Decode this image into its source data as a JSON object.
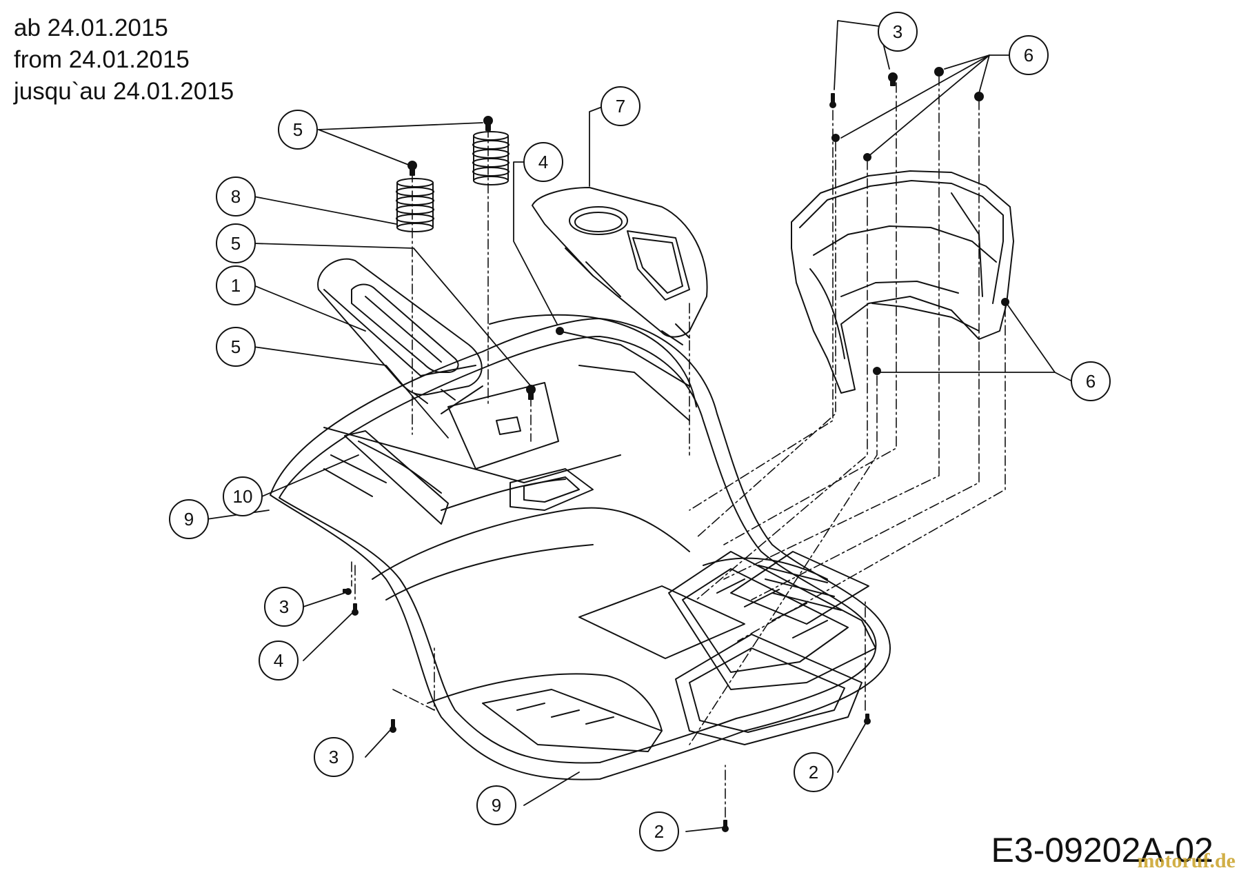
{
  "header": {
    "line_de": "ab 24.01.2015",
    "line_en": "from 24.01.2015",
    "line_fr": "jusqu`au 24.01.2015"
  },
  "callouts": [
    "3",
    "6",
    "7",
    "4",
    "5",
    "8",
    "5",
    "1",
    "5",
    "6",
    "10",
    "9",
    "3",
    "4",
    "3",
    "9",
    "2",
    "2"
  ],
  "drawing_code": "E3-09202A-02",
  "watermark": "motoruf.de"
}
